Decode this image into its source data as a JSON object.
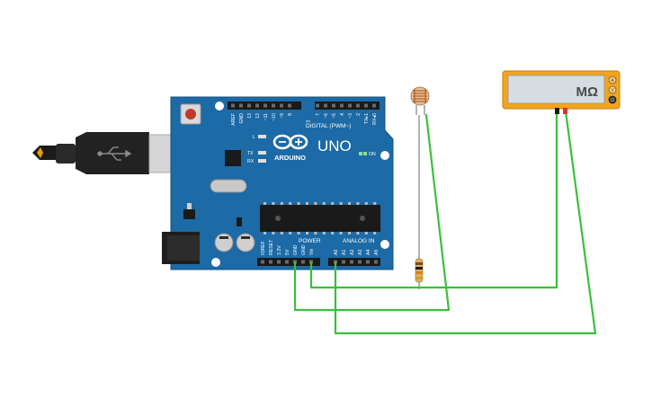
{
  "board": {
    "logo_text": "ARDUINO",
    "model": "UNO",
    "digital_header_label": "DIGITAL (PWM~)",
    "power_header_label": "POWER",
    "analog_header_label": "ANALOG IN",
    "on_label": "ON",
    "led_l_label": "L",
    "led_tx_label": "TX",
    "led_rx_label": "RX",
    "digital_pins": [
      "AREF",
      "GND",
      "13",
      "12",
      "~11",
      "~10",
      "~9",
      "8",
      "7",
      "~6",
      "~5",
      "4",
      "~3",
      "2",
      "TX▸1",
      "RX◂0"
    ],
    "power_pins": [
      "IOREF",
      "RESET",
      "3.3V",
      "5V",
      "GND",
      "GND",
      "Vin"
    ],
    "analog_pins": [
      "A0",
      "A1",
      "A2",
      "A3",
      "A4",
      "A5"
    ]
  },
  "multimeter": {
    "display_unit": "MΩ",
    "buttons": [
      "A",
      "V",
      "Ω"
    ]
  },
  "colors": {
    "board": "#1c6aa6",
    "wire": "#3bbf3b",
    "multimeter_frame": "#f2a51d",
    "multimeter_screen": "#d5dde3",
    "usb_body": "#222222"
  }
}
